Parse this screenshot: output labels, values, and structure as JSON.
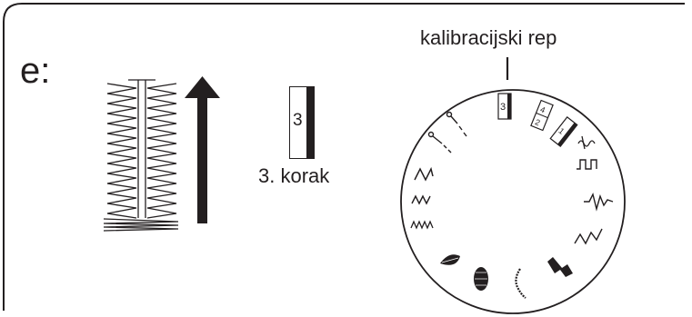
{
  "step_letter": "e:",
  "calibration_label": "kalibracijski rep",
  "step_box_number": "3",
  "step_label": "3. korak",
  "dial": {
    "indicator_number": "3",
    "small_box_top": "4",
    "small_box_bottom": "2",
    "small_box_right": "1"
  }
}
